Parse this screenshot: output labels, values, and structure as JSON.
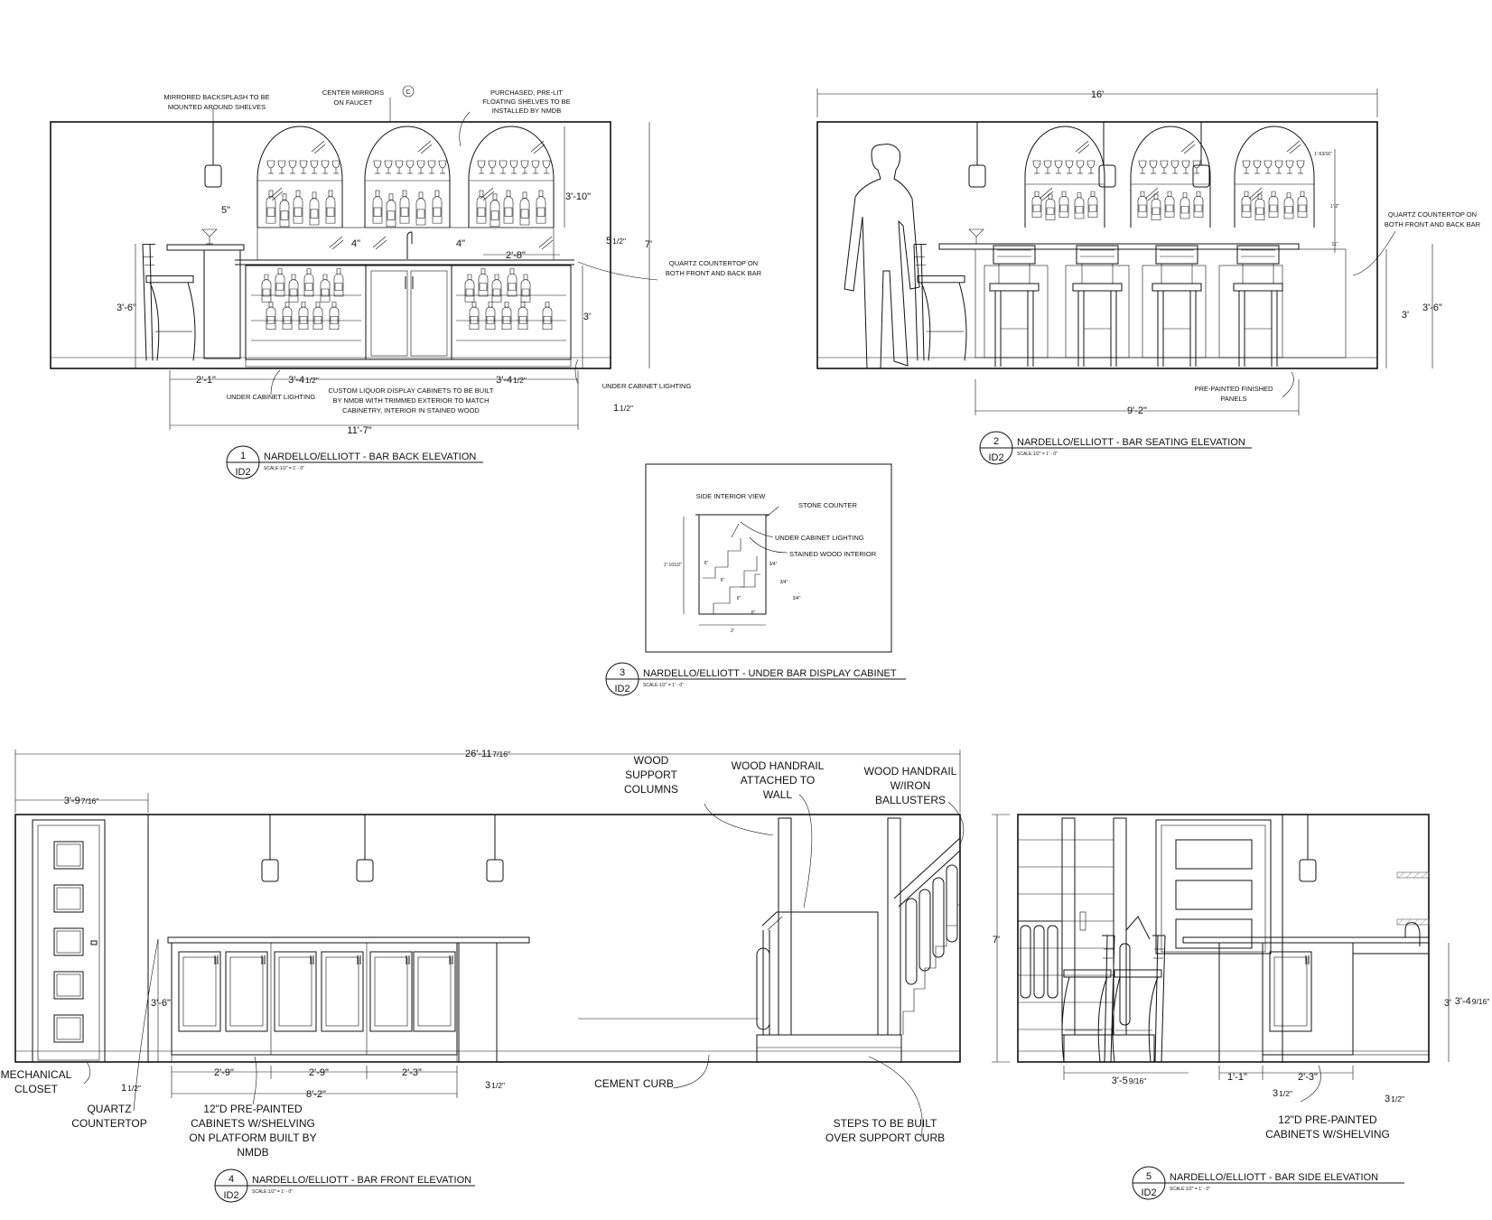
{
  "views": {
    "v1": {
      "number": "1",
      "sheet": "ID2",
      "title": "NARDELLO/ELLIOTT - BAR BACK ELEVATION",
      "scale": "SCALE:1/2\" = 1' - 0\"",
      "notes": {
        "mirrored": [
          "MIRRORED BACKSPLASH TO BE",
          "MOUNTED AROUND SHELVES"
        ],
        "center": [
          "CENTER MIRRORS",
          "ON FAUCET"
        ],
        "center_mark": "C",
        "purchased": [
          "PURCHASED, PRE-LIT",
          "FLOATING SHELVES TO BE",
          "INSTALLED BY NMDB"
        ],
        "quartz": [
          "QUARTZ COUNTERTOP ON",
          "BOTH FRONT AND BACK BAR"
        ],
        "under_left": "UNDER CABINET LIGHTING",
        "under_right": "UNDER CABINET LIGHTING",
        "custom": [
          "CUSTOM LIQUOR DISPLAY CABINETS TO BE BUILT",
          "BY NMDB WITH TRIMMED EXTERIOR TO MATCH",
          "CABINETRY, INTERIOR IN STAINED WOOD"
        ]
      },
      "dims": {
        "d5in": "5\"",
        "d4a": "4\"",
        "d4b": "4\"",
        "d28": "2'-8\"",
        "d310": "3'-10\"",
        "d512": "5",
        "d7": "7'",
        "d36": "3'-6\"",
        "d3": "3'",
        "d21": "2'-1\"",
        "d3412a": "3'-4",
        "d3412b": "3'-4",
        "d112": "1",
        "d117": "11'-7\""
      }
    },
    "v2": {
      "number": "2",
      "sheet": "ID2",
      "title": "NARDELLO/ELLIOTT - BAR SEATING ELEVATION",
      "scale": "SCALE:1/2\" = 1' - 0\"",
      "notes": {
        "quartz": [
          "QUARTZ COUNTERTOP ON",
          "BOTH FRONT AND BACK BAR"
        ],
        "panels": [
          "PRE-PAINTED FINISHED",
          "PANELS"
        ]
      },
      "dims": {
        "d16": "16'",
        "d3": "3'",
        "d36": "3'-6\"",
        "d92": "9'-2\"",
        "dsm1": "1'-5",
        "dsm2": "1'-2\"",
        "dsm3": "11\""
      }
    },
    "v3": {
      "number": "3",
      "sheet": "ID2",
      "title": "NARDELLO/ELLIOTT - UNDER BAR DISPLAY CABINET",
      "scale": "SCALE:1/2\" = 1' - 0\"",
      "notes": {
        "side": "SIDE INTERIOR VIEW",
        "stone": "STONE COUNTER",
        "lighting": "UNDER CABINET LIGHTING",
        "stained": "STAINED WOOD INTERIOR"
      },
      "dims": {
        "h": "2'-10",
        "w": "2'",
        "s1": "6\"",
        "s2": "6\"",
        "s3": "6\"",
        "s4": "6\"",
        "t1": "3/4\"",
        "t2": "3/4\"",
        "t3": "3/4\""
      }
    },
    "v4": {
      "number": "4",
      "sheet": "ID2",
      "title": "NARDELLO/ELLIOTT - BAR FRONT ELEVATION",
      "scale": "SCALE:1/2\" = 1' - 0\"",
      "notes": {
        "columns": [
          "WOOD",
          "SUPPORT",
          "COLUMNS"
        ],
        "handrail_wall": [
          "WOOD HANDRAIL",
          "ATTACHED TO",
          "WALL"
        ],
        "handrail_iron": [
          "WOOD HANDRAIL",
          "W/IRON",
          "BALLUSTERS"
        ],
        "mechanical": [
          "MECHANICAL",
          "CLOSET"
        ],
        "quartz": [
          "QUARTZ",
          "COUNTERTOP"
        ],
        "cabinets": [
          "12\"D PRE-PAINTED",
          "CABINETS W/SHELVING",
          "ON PLATFORM BUILT BY",
          "NMDB"
        ],
        "curb": "CEMENT CURB",
        "steps": [
          "STEPS TO BE BUILT",
          "OVER SUPPORT CURB"
        ]
      },
      "dims": {
        "total": "26'-11",
        "door": "3'-9",
        "d36": "3'-6\"",
        "d29a": "2'-9\"",
        "d29b": "2'-9\"",
        "d23": "2'-3\"",
        "d82": "8'-2\"",
        "d112": "1",
        "d312": "3"
      }
    },
    "v5": {
      "number": "5",
      "sheet": "ID2",
      "title": "NARDELLO/ELLIOTT - BAR SIDE ELEVATION",
      "scale": "SCALE:1/2\" = 1' - 0\"",
      "notes": {
        "cabinets": [
          "12\"D PRE-PAINTED",
          "CABINETS W/SHELVING"
        ]
      },
      "dims": {
        "d7": "7'",
        "d3": "3'",
        "d34": "3'-4",
        "d35": "3'-5",
        "d11": "1'-1\"",
        "d23": "2'-3\"",
        "d312a": "3",
        "d312b": "3"
      }
    }
  }
}
